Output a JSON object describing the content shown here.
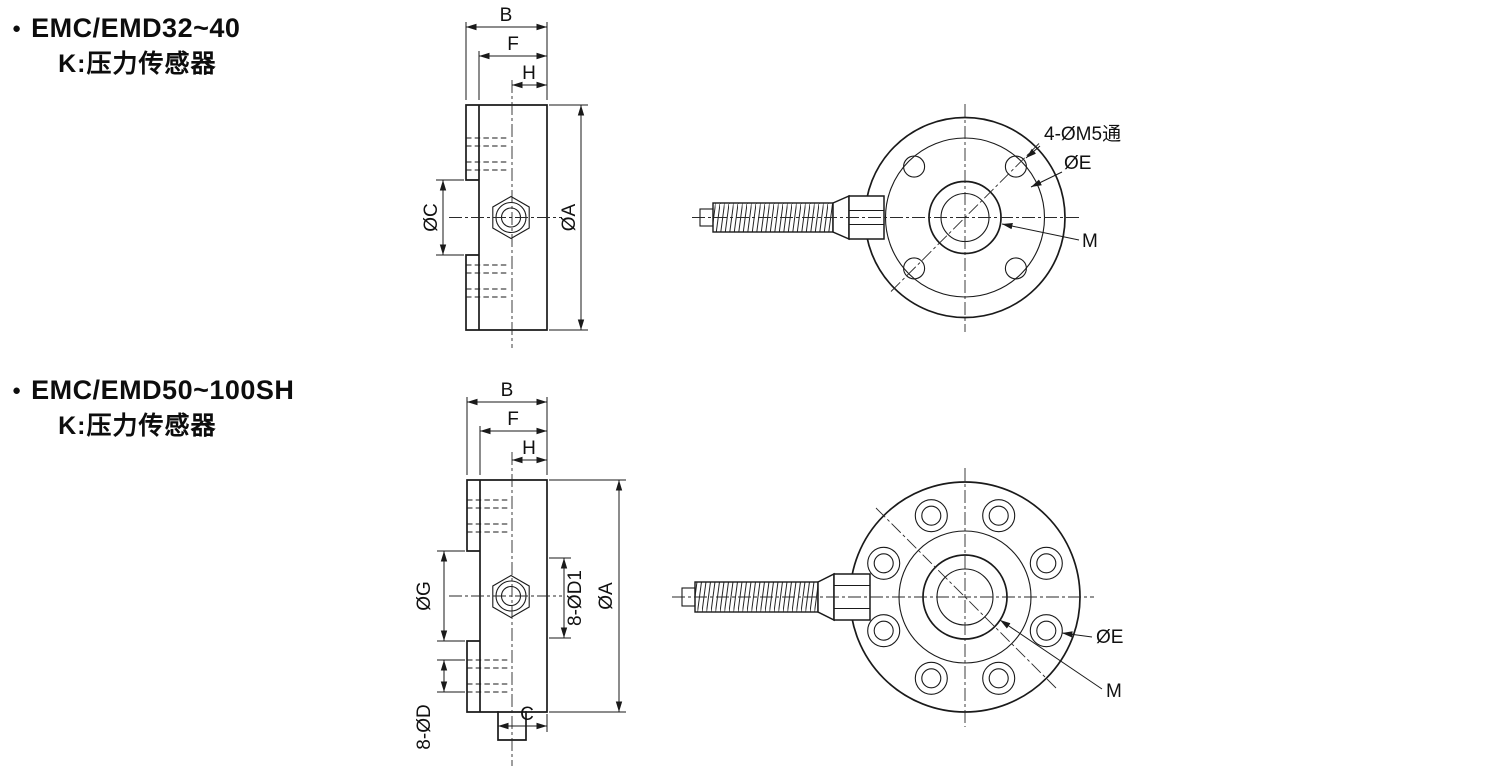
{
  "document": {
    "background": "#ffffff",
    "line_color": "#1a1a1a",
    "text_color": "#111111"
  },
  "sections": [
    {
      "bullet": "●",
      "title": "EMC/EMD32~40",
      "subtitle": "K:压力传感器",
      "side_view": {
        "dim_B": "B",
        "dim_F": "F",
        "dim_H": "H",
        "dim_C": "ØC",
        "dim_A": "ØA"
      },
      "front_view": {
        "holes_label": "4-ØM5通",
        "dim_E": "ØE",
        "dim_M": "M"
      }
    },
    {
      "bullet": "●",
      "title": "EMC/EMD50~100SH",
      "subtitle": "K:压力传感器",
      "side_view": {
        "dim_B": "B",
        "dim_F": "F",
        "dim_H": "H",
        "dim_G": "ØG",
        "dim_D1": "8-ØD1",
        "dim_A": "ØA",
        "dim_C": "C",
        "dim_D": "8-ØD"
      },
      "front_view": {
        "dim_E": "ØE",
        "dim_M": "M"
      }
    }
  ]
}
